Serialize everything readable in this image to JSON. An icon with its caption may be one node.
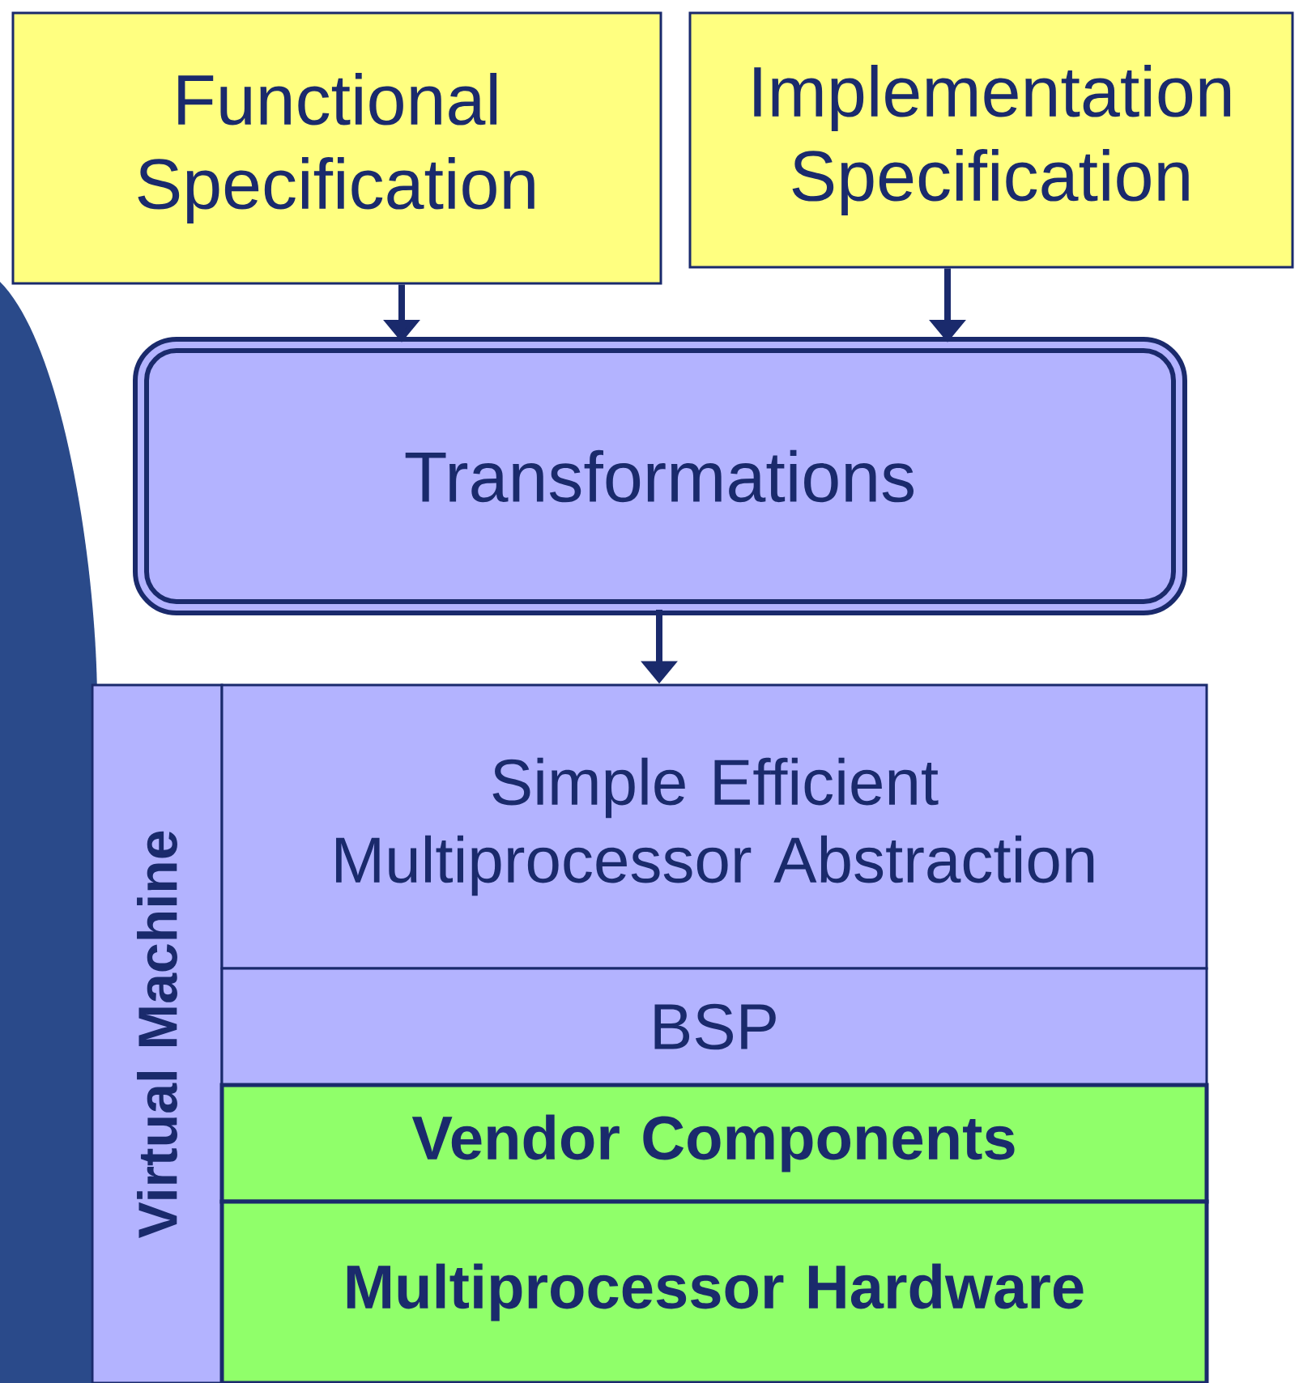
{
  "diagram": {
    "nodes": [
      {
        "text": [
          "Functional Specification"
        ]
      },
      {
        "text": [
          "Implementation Specification"
        ]
      },
      {
        "text": [
          "Transformations"
        ]
      },
      {
        "text": [
          "Virtual Machine"
        ]
      },
      {
        "text": [
          "Simple Efficient Multiprocessor Abstraction"
        ]
      },
      {
        "text": [
          "BSP"
        ]
      },
      {
        "text": [
          "Vendor Components"
        ]
      },
      {
        "text": [
          "Multiprocessor Hardware"
        ]
      }
    ],
    "edges": [
      {
        "from": 0,
        "to": 2,
        "arrow": "to"
      },
      {
        "from": 1,
        "to": 2,
        "arrow": "to"
      },
      {
        "from": 2,
        "to": 4,
        "arrow": "to"
      }
    ]
  }
}
